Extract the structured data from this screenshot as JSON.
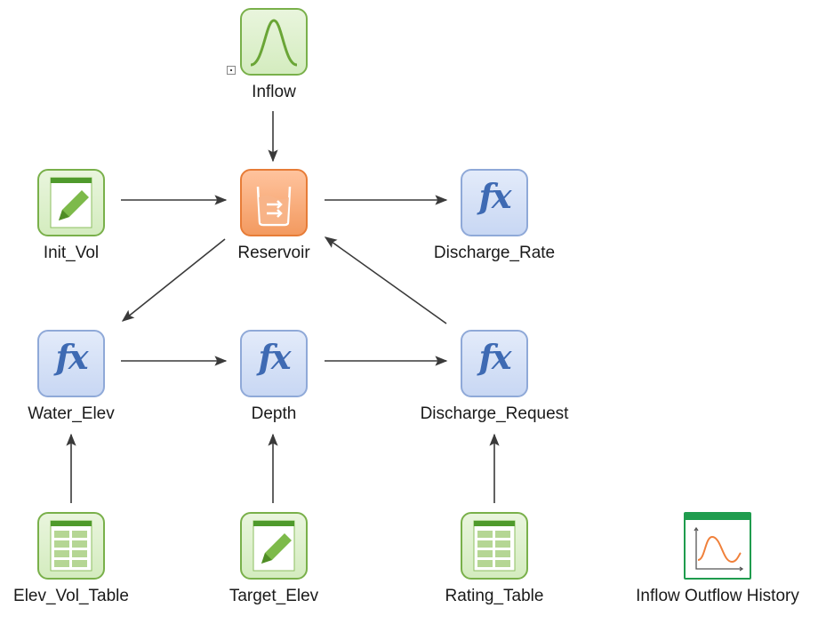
{
  "nodes": {
    "inflow": {
      "label": "Inflow",
      "type": "stochastic"
    },
    "init_vol": {
      "label": "Init_Vol",
      "type": "data"
    },
    "reservoir": {
      "label": "Reservoir",
      "type": "reservoir"
    },
    "discharge_rate": {
      "label": "Discharge_Rate",
      "type": "expression"
    },
    "water_elev": {
      "label": "Water_Elev",
      "type": "expression"
    },
    "depth": {
      "label": "Depth",
      "type": "expression"
    },
    "discharge_request": {
      "label": "Discharge_Request",
      "type": "expression"
    },
    "elev_vol_table": {
      "label": "Elev_Vol_Table",
      "type": "lookup-table"
    },
    "target_elev": {
      "label": "Target_Elev",
      "type": "data"
    },
    "rating_table": {
      "label": "Rating_Table",
      "type": "lookup-table"
    },
    "history": {
      "label": "Inflow Outflow History",
      "type": "time-history-result"
    }
  },
  "fx_symbol": "fx",
  "links": [
    {
      "from": "inflow",
      "to": "reservoir"
    },
    {
      "from": "init_vol",
      "to": "reservoir"
    },
    {
      "from": "reservoir",
      "to": "discharge_rate"
    },
    {
      "from": "reservoir",
      "to": "water_elev"
    },
    {
      "from": "discharge_request",
      "to": "reservoir"
    },
    {
      "from": "water_elev",
      "to": "depth"
    },
    {
      "from": "depth",
      "to": "discharge_request"
    },
    {
      "from": "elev_vol_table",
      "to": "water_elev"
    },
    {
      "from": "target_elev",
      "to": "depth"
    },
    {
      "from": "rating_table",
      "to": "discharge_request"
    }
  ],
  "colors": {
    "data_green": "#79b04a",
    "expression_blue": "#3e6ab3",
    "reservoir_orange": "#e77c37",
    "result_green": "#1f9c4e",
    "chart_curve": "#f0803a",
    "arrow": "#3a3a3a"
  }
}
